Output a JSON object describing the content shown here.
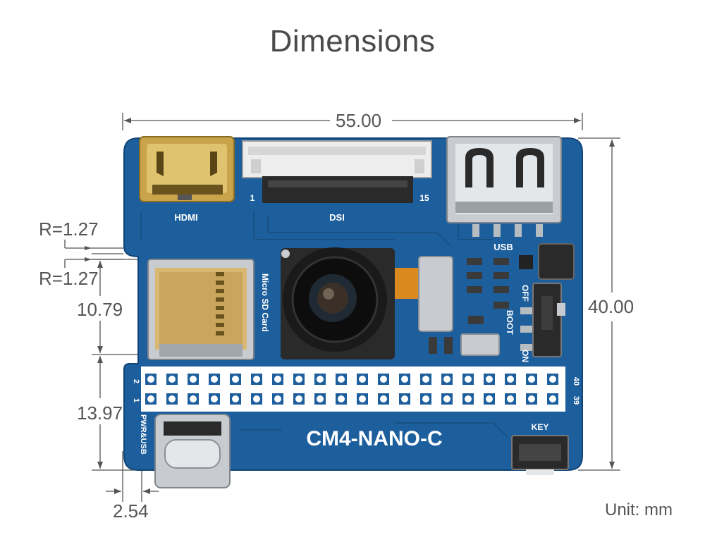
{
  "title": "Dimensions",
  "dimensions": {
    "width": "55.00",
    "height": "40.00",
    "radius_top": "R=1.27",
    "radius_bottom": "R=1.27",
    "sd_offset": "10.79",
    "header_offset": "13.97",
    "pin_pitch": "2.54"
  },
  "unit": "Unit: mm",
  "board": {
    "name": "CM4-NANO-C",
    "hdmi_label": "HDMI",
    "dsi_label": "DSI",
    "dsi_pin_first": "1",
    "dsi_pin_last": "15",
    "usb_label": "USB",
    "sd_label": "Micro SD Card",
    "off_label": "OFF",
    "boot_label": "BOOT",
    "on_label": "ON",
    "pwr_label": "PWR&USB",
    "key_label": "KEY",
    "header_pin_2": "2",
    "header_pin_1": "1",
    "header_pin_40": "40",
    "header_pin_39": "39"
  },
  "colors": {
    "pcb": "#1d5e9c",
    "pcb_dark": "#164c82",
    "gold": "#c9a44a",
    "metal": "#c8ccd0",
    "text": "#555555"
  }
}
